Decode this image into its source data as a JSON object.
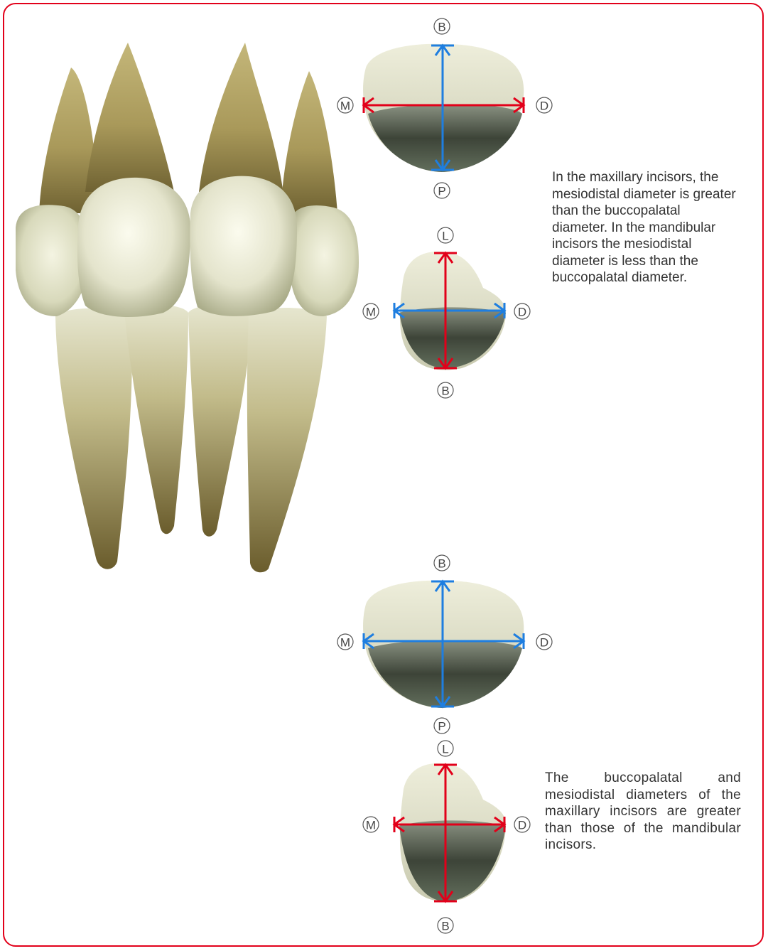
{
  "texts": {
    "maxillary_vs_mandibular_shape": "In the maxillary incisors, the mesiodistal diameter is greater than the buccopalatal diameter. In the mandibular incisors the mesiodistal diameter is less than the buccopalatal diameter.",
    "size_comparison": "The buccopalatal and mesiodistal diameters of the maxillary incisors are greater than those of the mandibular incisors."
  },
  "labels": {
    "buccal": "B",
    "palatal": "P",
    "lingual": "L",
    "mesial": "M",
    "distal": "D"
  },
  "colors": {
    "frame": "#e2001a",
    "mesiodistal_larger_arrow": "#e2001a",
    "buccopalatal_arrow": "#1e7ee0"
  }
}
